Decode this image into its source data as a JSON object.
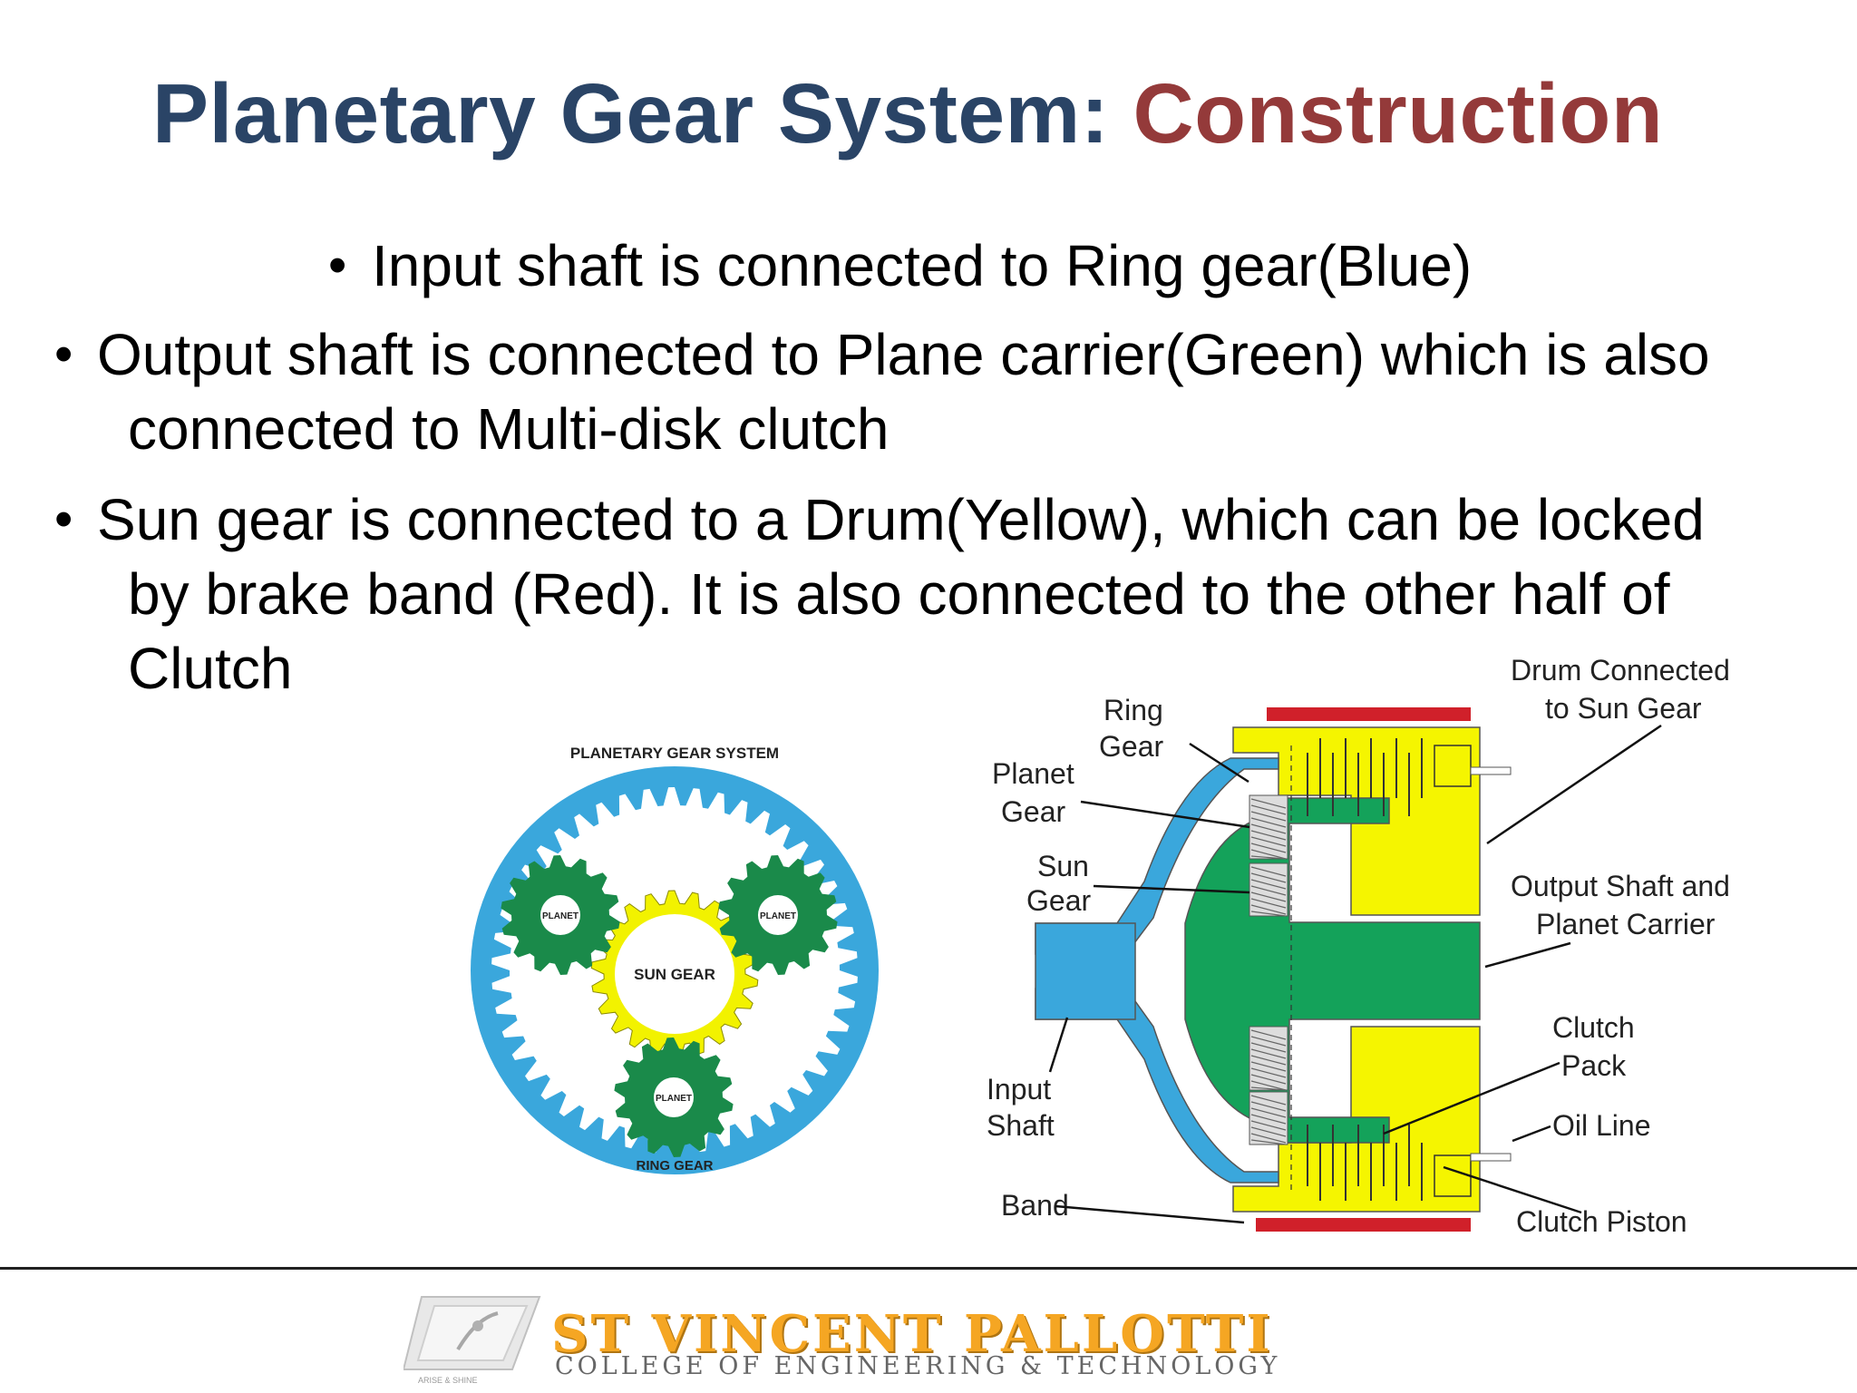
{
  "slide": {
    "title_main": "Planetary Gear System: ",
    "title_accent": "Construction",
    "bullets": [
      {
        "lines": [
          "Input shaft is connected to Ring gear(Blue)"
        ]
      },
      {
        "lines": [
          "Output shaft is connected to Plane carrier(Green) which is also",
          "connected to Multi-disk clutch"
        ]
      },
      {
        "lines": [
          "Sun gear is connected to a Drum(Yellow), which can be locked",
          "by brake band (Red). It is also connected to the other half of",
          "Clutch"
        ]
      }
    ],
    "bullet_symbol": "•"
  },
  "left_diagram": {
    "title": "PLANETARY GEAR SYSTEM",
    "sun_label": "SUN GEAR",
    "planet_label": "PLANET",
    "ring_label": "RING GEAR",
    "colors": {
      "ring": "#3aa7dc",
      "sun": "#f2f200",
      "planet": "#1a8a4a"
    }
  },
  "right_diagram": {
    "labels": {
      "ring_gear": [
        "Ring",
        "Gear"
      ],
      "planet_gear": [
        "Planet",
        "Gear"
      ],
      "sun_gear": [
        "Sun",
        "Gear"
      ],
      "input_shaft": [
        "Input",
        "Shaft"
      ],
      "band": "Band",
      "drum": [
        "Drum Connected",
        "to Sun Gear"
      ],
      "output": [
        "Output Shaft and",
        "Planet Carrier"
      ],
      "clutch_pack": [
        "Clutch",
        "Pack"
      ],
      "oil_line": "Oil Line",
      "clutch_piston": "Clutch Piston"
    },
    "colors": {
      "blue": "#3aa7dc",
      "green": "#14a25a",
      "yellow": "#f5f500",
      "red": "#d0202a"
    }
  },
  "footer": {
    "institution": "ST VINCENT PALLOTTI",
    "subtitle": "COLLEGE OF ENGINEERING & TECHNOLOGY",
    "logo_motto": "ARISE & SHINE"
  }
}
